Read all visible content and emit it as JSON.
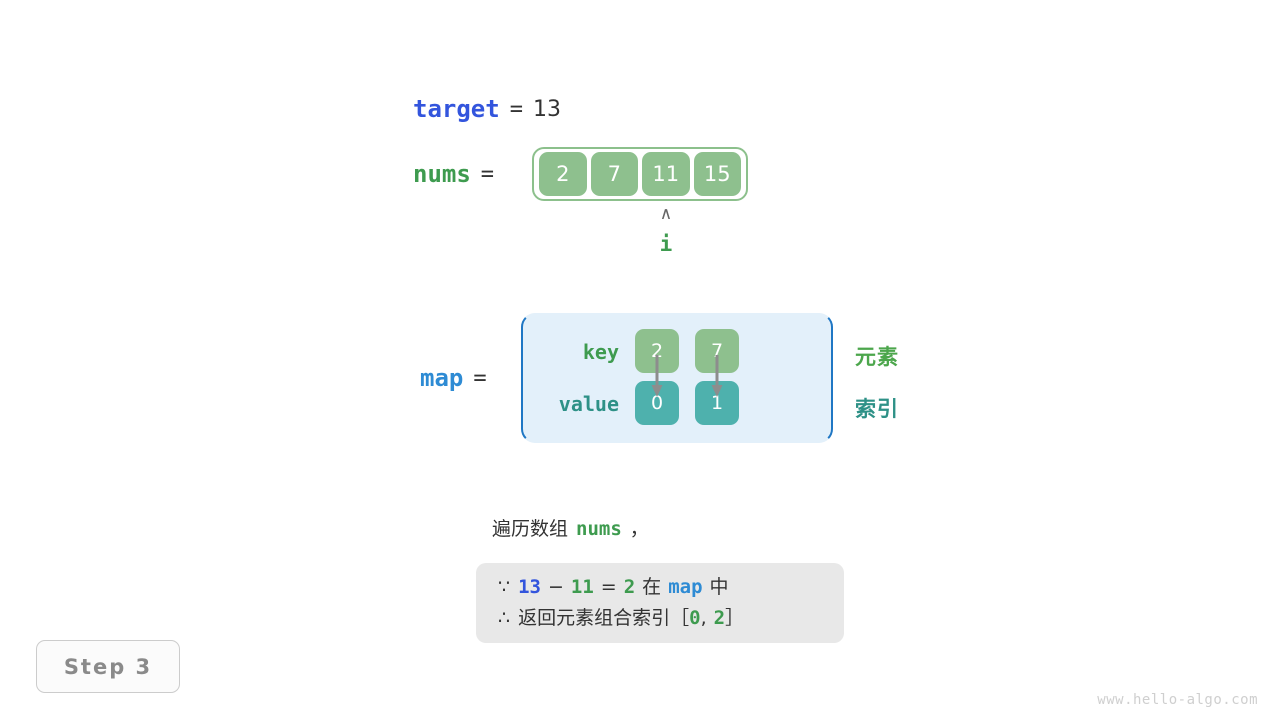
{
  "target": {
    "name": "target",
    "equals": "=",
    "value": "13"
  },
  "nums": {
    "name": "nums",
    "equals": "=",
    "cells": [
      "2",
      "7",
      "11",
      "15"
    ],
    "pointer": {
      "caret": "∧",
      "label": "i",
      "index": 2
    }
  },
  "map": {
    "name": "map",
    "equals": "=",
    "row_labels": {
      "key": "key",
      "value": "value"
    },
    "keys": [
      "2",
      "7"
    ],
    "values": [
      "0",
      "1"
    ],
    "side_labels": {
      "element": "元素",
      "index": "索引"
    }
  },
  "caption": {
    "prefix": "遍历数组",
    "code": "nums",
    "suffix": "，"
  },
  "conclusion": {
    "line1": {
      "symbol": "∵",
      "a": "13",
      "minus": "−",
      "b": "11",
      "eq": "=",
      "c": "2",
      "mid": "在",
      "map": "map",
      "tail": "中"
    },
    "line2": {
      "symbol": "∴",
      "text": "返回元素组合索引",
      "bracket_open": "［",
      "i0": "0",
      "comma": ",",
      "i1": "2",
      "bracket_close": "］"
    }
  },
  "step_badge": {
    "label": "Step 3"
  },
  "watermark": {
    "text": "www.hello-algo.com"
  },
  "colors": {
    "green_cell": "#8ec08e",
    "teal_cell": "#4eb1ad",
    "map_bg": "#e3f0fa",
    "map_border": "#1f77c4",
    "var_blue": "#3355dd",
    "var_green": "#3e9b4f",
    "var_mapblue": "#2e8bd4",
    "grey_box": "#e8e8e8"
  }
}
